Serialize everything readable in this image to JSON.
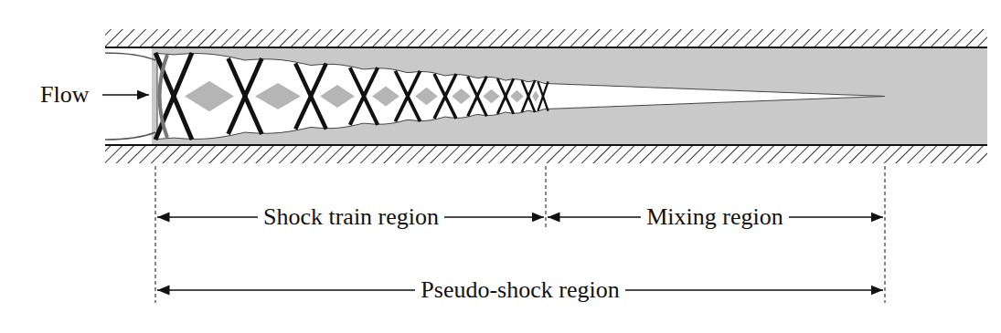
{
  "diagram": {
    "labels": [
      "Flow",
      "Shock train region",
      "Mixing region",
      "Pseudo-shock region"
    ]
  }
}
